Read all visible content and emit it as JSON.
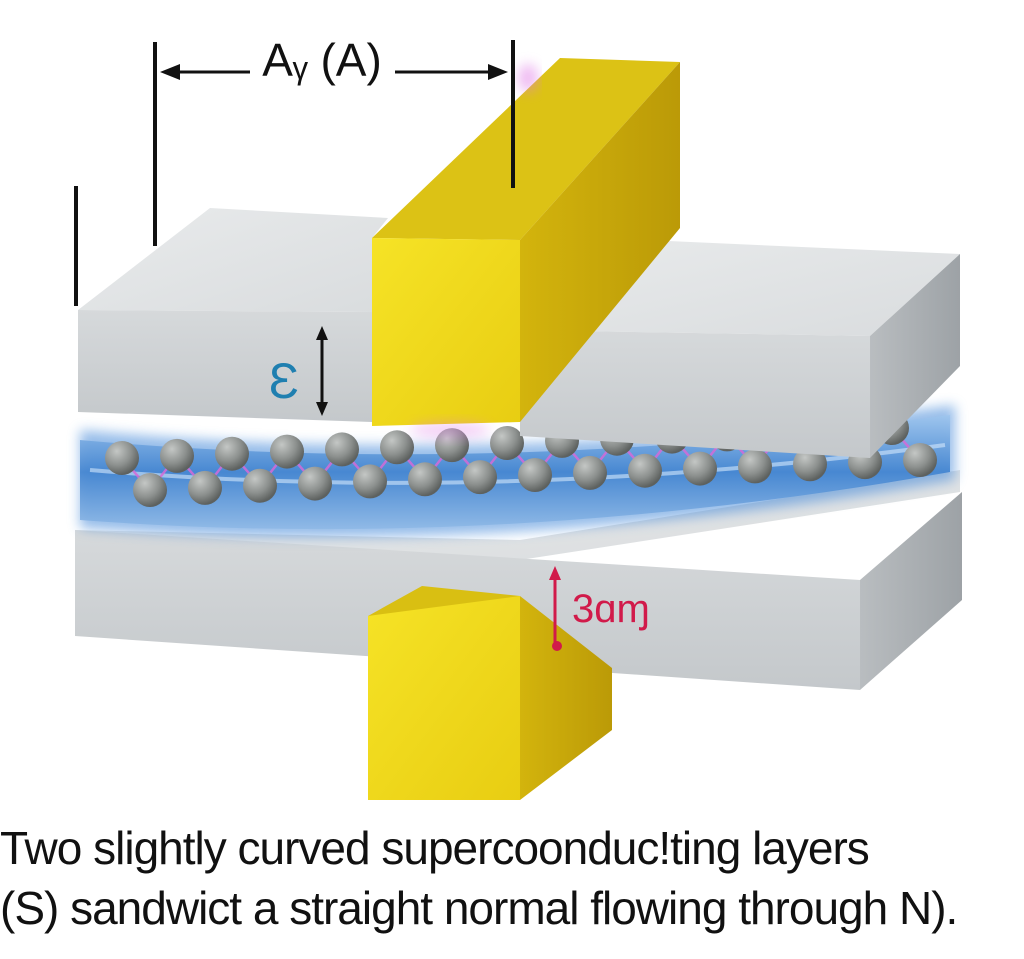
{
  "diagram": {
    "top_dimension_label": "Aᵧ (A)",
    "left_thickness_label": "Ɛ",
    "right_thickness_label": "3ɑɱ",
    "colors": {
      "superconductor_top": "#e3e5e7",
      "superconductor_front": "#cfd2d4",
      "superconductor_side": "#a7acb0",
      "electrode_front": "#f2dc1b",
      "electrode_side": "#c8a80a",
      "electrode_top": "#d8be10",
      "normal_layer": "#4d8fd6",
      "atom": "#8e9290",
      "bond": "#d46bd8",
      "left_label": "#1f7fb0",
      "right_label": "#d11a4a"
    },
    "icons": [
      "dimension-arrow-icon",
      "thickness-arrow-icon",
      "atom-icon"
    ]
  },
  "caption": {
    "line1": "Two slightly curved supercoonduc!ting layers",
    "line2": "(S) sandwict a straight normal flowing through N)."
  }
}
